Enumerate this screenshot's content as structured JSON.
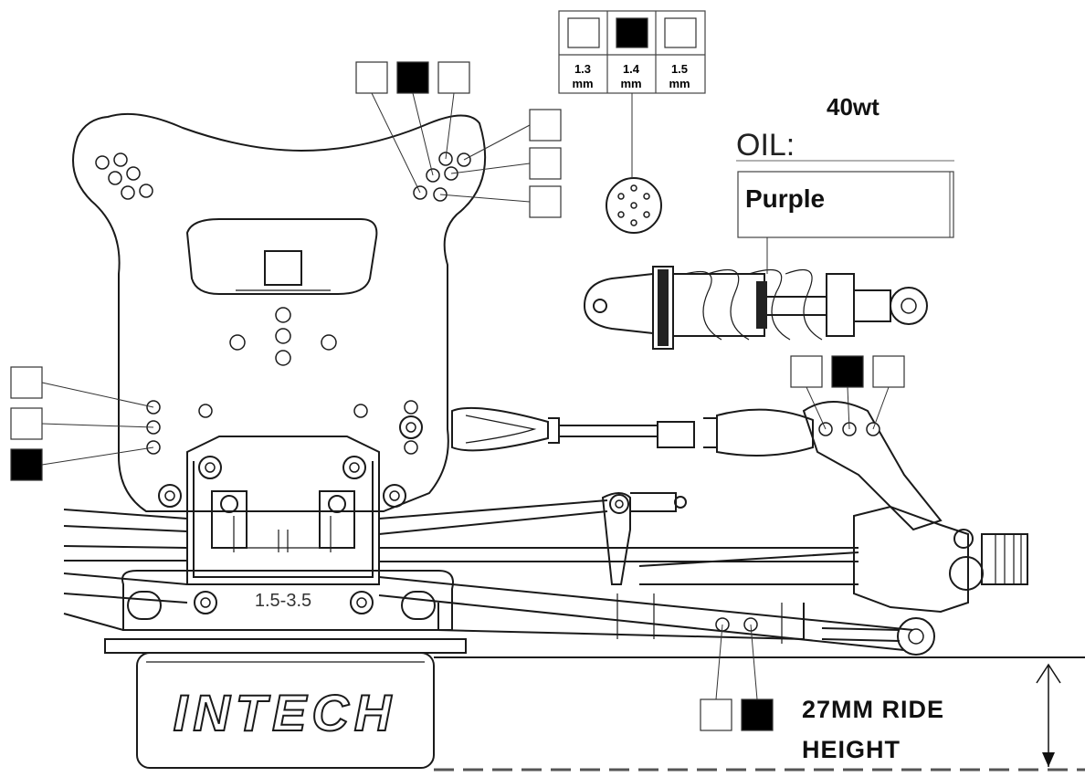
{
  "piston": {
    "sizes": [
      {
        "label_top": "1.3",
        "label_bottom": "mm",
        "selected": false
      },
      {
        "label_top": "1.4",
        "label_bottom": "mm",
        "selected": true
      },
      {
        "label_top": "1.5",
        "label_bottom": "mm",
        "selected": false
      }
    ]
  },
  "oil": {
    "label": "OIL:",
    "weight": "40wt"
  },
  "spring": {
    "color": "Purple"
  },
  "front_tower_holes": {
    "selected_index": 1,
    "count": 3
  },
  "upper_right_tower_holes": {
    "selected_count": 0,
    "count": 3
  },
  "left_body_mount_holes": {
    "selected_index": 2,
    "count": 3
  },
  "arm_mount_holes": {
    "selected_index": 1,
    "count": 3
  },
  "lower_arm_holes": {
    "selected_index": 1,
    "count": 2
  },
  "bumper_range": "1.5-3.5",
  "brand_logo": "INTECH",
  "ride_height": {
    "line1": "27MM RIDE",
    "line2": "HEIGHT"
  },
  "colors": {
    "ink": "#1a1a1a",
    "selected": "#000000",
    "unselected": "#ffffff"
  }
}
